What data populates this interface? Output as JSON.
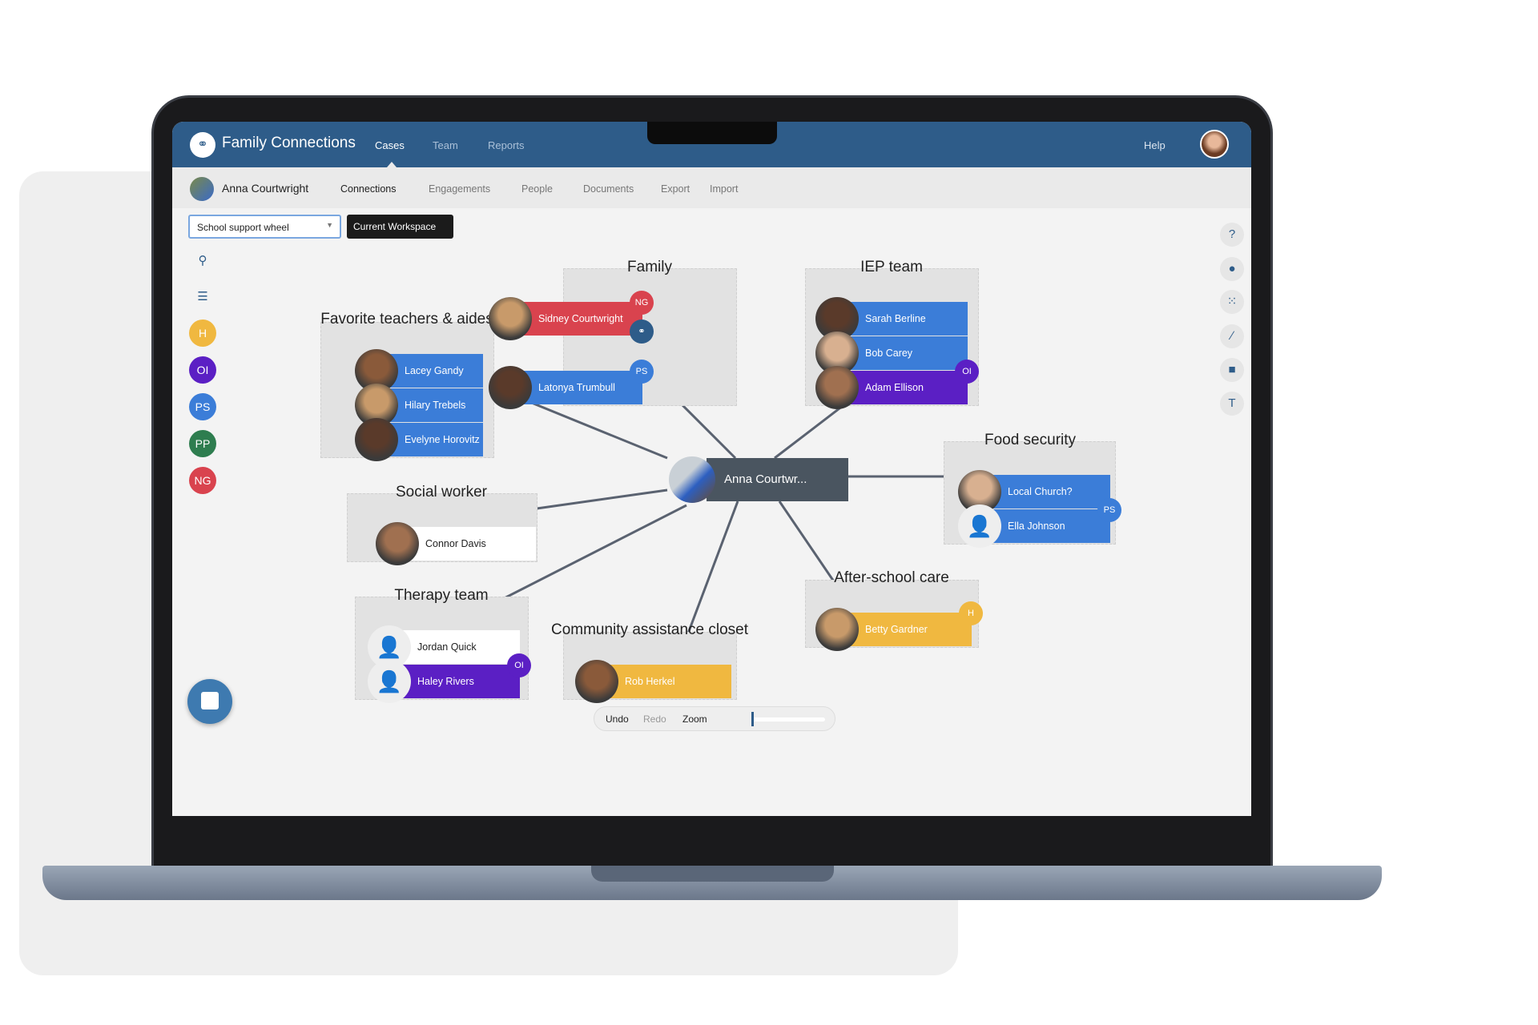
{
  "app": {
    "title": "Family Connections",
    "nav": [
      "Cases",
      "Team",
      "Reports"
    ],
    "help": "Help"
  },
  "case": {
    "name": "Anna Courtwright",
    "tabs": [
      "Connections",
      "Engagements",
      "People",
      "Documents",
      "Export",
      "Import"
    ]
  },
  "workspace": {
    "selected": "School support wheel",
    "tooltip": "Current Workspace"
  },
  "sidebar": {
    "filters": [
      {
        "label": "H",
        "color": "#f0b840"
      },
      {
        "label": "OI",
        "color": "#5b1fc4"
      },
      {
        "label": "PS",
        "color": "#3b7dd8"
      },
      {
        "label": "PP",
        "color": "#2e7d4f"
      },
      {
        "label": "NG",
        "color": "#d9434e"
      }
    ]
  },
  "right_tools": [
    "help-icon",
    "person-icon",
    "auto-layout-icon",
    "line-icon",
    "note-icon",
    "text-icon"
  ],
  "center": {
    "name": "Anna Courtwr..."
  },
  "groups": [
    {
      "title": "Favorite teachers & aides",
      "members": [
        {
          "name": "Lacey Gandy",
          "color": "#3b7dd8"
        },
        {
          "name": "Hilary Trebels",
          "color": "#3b7dd8"
        },
        {
          "name": "Evelyne Horovitz",
          "color": "#3b7dd8"
        }
      ]
    },
    {
      "title": "Family",
      "members": [
        {
          "name": "Sidney Courtwright",
          "color": "#d9434e",
          "badge": "NG",
          "badge_color": "#d9434e"
        },
        {
          "name": "Latonya Trumbull",
          "color": "#3b7dd8",
          "badge": "PS",
          "badge_color": "#3b7dd8"
        }
      ]
    },
    {
      "title": "IEP team",
      "members": [
        {
          "name": "Sarah Berline",
          "color": "#3b7dd8"
        },
        {
          "name": "Bob Carey",
          "color": "#3b7dd8"
        },
        {
          "name": "Adam Ellison",
          "color": "#5b1fc4",
          "badge": "OI",
          "badge_color": "#5b1fc4"
        }
      ]
    },
    {
      "title": "Food security",
      "members": [
        {
          "name": "Local Church?",
          "color": "#3b7dd8"
        },
        {
          "name": "Ella Johnson",
          "color": "#3b7dd8",
          "placeholder": true,
          "badge": "PS",
          "badge_color": "#3b7dd8"
        }
      ]
    },
    {
      "title": "Social worker",
      "members": [
        {
          "name": "Connor Davis",
          "color": "#ffffff"
        }
      ]
    },
    {
      "title": "Therapy team",
      "members": [
        {
          "name": "Jordan Quick",
          "color": "#ffffff",
          "placeholder": true
        },
        {
          "name": "Haley Rivers",
          "color": "#5b1fc4",
          "placeholder": true,
          "badge": "OI",
          "badge_color": "#5b1fc4"
        }
      ]
    },
    {
      "title": "Community assistance closet",
      "members": [
        {
          "name": "Rob Herkel",
          "color": "#f0b840"
        }
      ]
    },
    {
      "title": "After-school care",
      "members": [
        {
          "name": "Betty Gardner",
          "color": "#f0b840",
          "badge": "H",
          "badge_color": "#f0b840"
        }
      ]
    }
  ],
  "toolbar": {
    "undo": "Undo",
    "redo": "Redo",
    "zoom": "Zoom",
    "zoom_level": 0.1
  }
}
